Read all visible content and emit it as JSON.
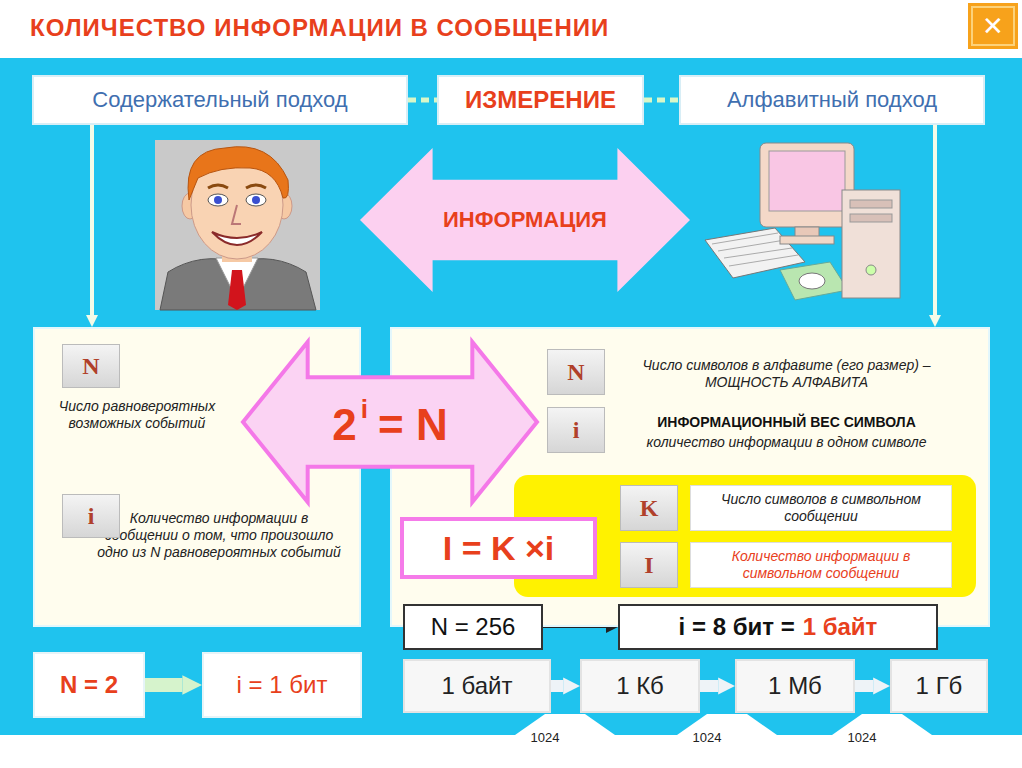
{
  "diagram": {
    "title": "КОЛИЧЕСТВО ИНФОРМАЦИИ В СООБЩЕНИИ",
    "nodes": [
      {
        "text": [
          "Содержательный подход"
        ]
      },
      {
        "text": [
          "ИЗМЕРЕНИЕ"
        ]
      },
      {
        "text": [
          "Алфавитный подход"
        ]
      },
      {
        "text": [
          "ИНФОРМАЦИЯ"
        ]
      },
      {
        "text": [
          "Число равновероятных возможных событий",
          "Количество информации в сообщении о том, что произошло одно из N равновероятных событий"
        ]
      },
      {
        "text": [
          "N"
        ],
        "in": 4
      },
      {
        "text": [
          "i"
        ],
        "in": 4
      },
      {
        "text": [
          "Число символов в алфавите (его размер) – МОЩНОСТЬ АЛФАВИТА",
          "ИНФОРМАЦИОННЫЙ ВЕС СИМВОЛА",
          "количество информации в одном символе"
        ]
      },
      {
        "text": [
          "N"
        ],
        "in": 7
      },
      {
        "text": [
          "i"
        ],
        "in": 7
      },
      {
        "text": [
          "K"
        ],
        "in": 7
      },
      {
        "text": [
          "Число символов в символьном сообщении"
        ],
        "in": 7
      },
      {
        "text": [
          "I"
        ],
        "in": 7
      },
      {
        "text": [
          "Количество информации в символьном сообщении"
        ],
        "in": 7
      },
      {
        "text": [
          "2",
          "i",
          "= N"
        ]
      },
      {
        "text": [
          "I = K ×i"
        ]
      },
      {
        "text": [
          "N = 256"
        ]
      },
      {
        "text": [
          "i = 8 бит =",
          "1 байт"
        ]
      },
      {
        "text": [
          "N = 2"
        ]
      },
      {
        "text": [
          "i = 1 бит"
        ]
      },
      {
        "text": [
          "1 байт"
        ]
      },
      {
        "text": [
          "1 Кб"
        ]
      },
      {
        "text": [
          "1 Мб"
        ]
      },
      {
        "text": [
          "1 Гб"
        ]
      }
    ],
    "edges": [
      {
        "from": 0,
        "to": 1,
        "arrow": "none"
      },
      {
        "from": 1,
        "to": 2,
        "arrow": "none"
      },
      {
        "from": 0,
        "to": 4,
        "arrow": "to"
      },
      {
        "from": 2,
        "to": 7,
        "arrow": "to"
      },
      {
        "from": 14,
        "to": 15,
        "arrow": "to"
      },
      {
        "from": 16,
        "to": 17,
        "arrow": "to"
      },
      {
        "from": 18,
        "to": 19,
        "arrow": "to"
      },
      {
        "from": 20,
        "to": 21,
        "arrow": "to"
      },
      {
        "from": 21,
        "to": 22,
        "arrow": "to"
      },
      {
        "from": 22,
        "to": 23,
        "arrow": "to"
      }
    ],
    "labels": [
      "✕",
      "1024",
      "1024",
      "1024"
    ]
  }
}
